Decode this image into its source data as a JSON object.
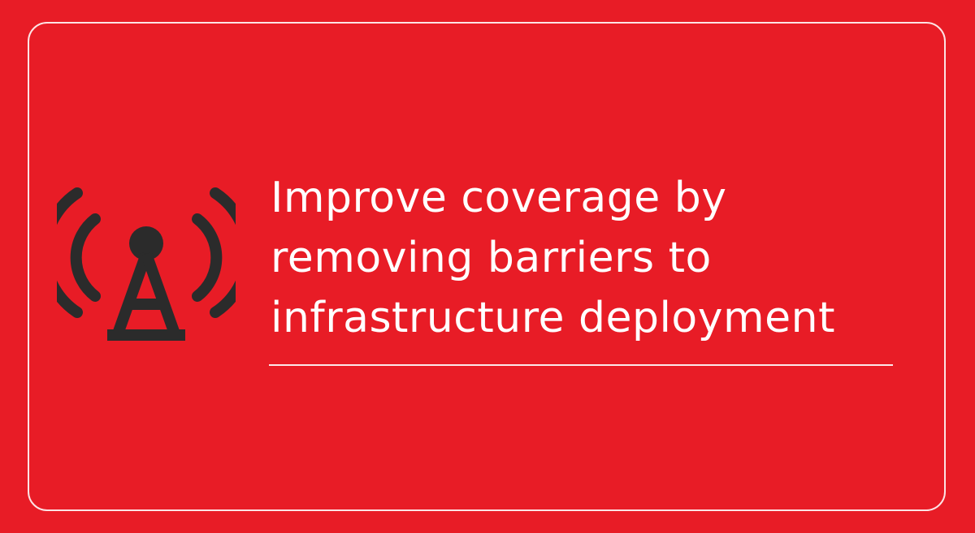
{
  "headline": {
    "line1": "Improve coverage by",
    "line2": "removing barriers to",
    "line3": "infrastructure deployment"
  },
  "icon": "cell-tower-broadcast-icon",
  "colors": {
    "background": "#E81C26",
    "text": "#FFFFFF",
    "icon": "#2B2B2B",
    "frame": "#FFFFFF"
  }
}
